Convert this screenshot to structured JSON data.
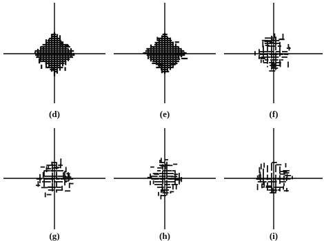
{
  "figure": {
    "panels": [
      {
        "id": "d",
        "label": "(d)",
        "density": "dense"
      },
      {
        "id": "e",
        "label": "(e)",
        "density": "dense"
      },
      {
        "id": "f",
        "label": "(f)",
        "density": "sparse"
      },
      {
        "id": "g",
        "label": "(g)",
        "density": "sparse"
      },
      {
        "id": "h",
        "label": "(h)",
        "density": "sparse"
      },
      {
        "id": "i",
        "label": "(i)",
        "density": "sparse"
      }
    ],
    "colors": {
      "axis": "#000000",
      "branch": "#111111",
      "background": "#ffffff"
    }
  }
}
